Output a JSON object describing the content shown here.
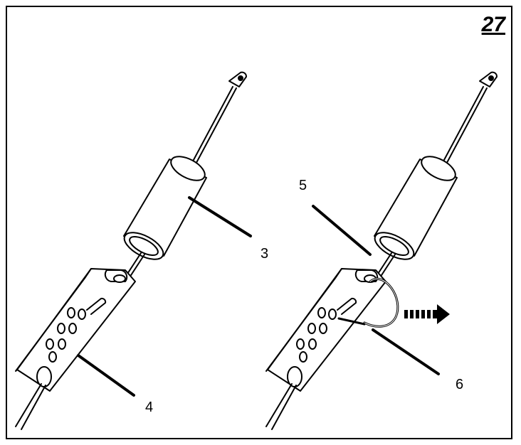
{
  "figure": {
    "number": "27",
    "callouts": {
      "c3": "3",
      "c4": "4",
      "c5": "5",
      "c6": "6"
    },
    "icons": [
      "cable-eye-icon",
      "tube-icon",
      "bracket-icon",
      "spring-clip-icon",
      "arrow-right-icon"
    ]
  }
}
